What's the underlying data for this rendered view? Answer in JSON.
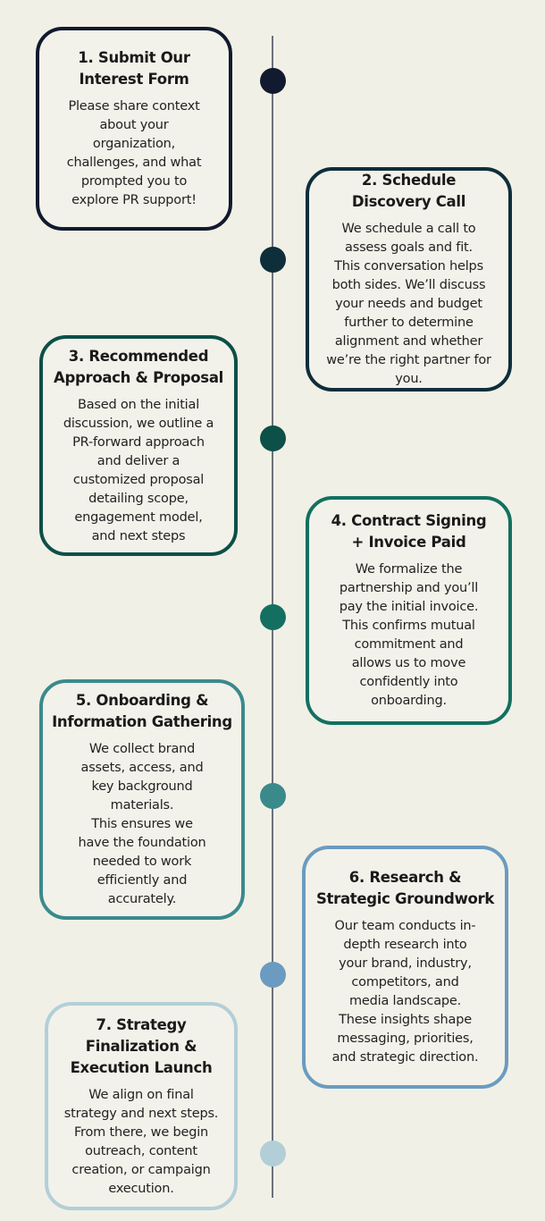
{
  "colors": {
    "background": "#f1f0e6",
    "line": "#6c717a",
    "steps": [
      "#111a2e",
      "#0e2e3a",
      "#0c5048",
      "#137060",
      "#3a8a8c",
      "#6b9bc0",
      "#b2cfd8"
    ]
  },
  "steps": [
    {
      "title": "1. Submit Our\nInterest Form",
      "body": "Please share context\nabout your\norganization,\nchallenges, and what\nprompted you to\nexplore PR support!"
    },
    {
      "title": "2. Schedule\nDiscovery Call",
      "body": "We schedule a call to\nassess goals and fit.\nThis conversation helps\nboth sides. We’ll discuss\nyour needs and budget\nfurther to determine\nalignment and whether\nwe’re the right partner for\nyou."
    },
    {
      "title": "3. Recommended\nApproach & Proposal",
      "body": "Based on the initial\ndiscussion, we outline a\nPR-forward approach\nand deliver a\ncustomized proposal\ndetailing scope,\nengagement model,\nand next steps"
    },
    {
      "title": "4. Contract Signing\n+ Invoice Paid",
      "body": "We formalize the\npartnership and you’ll\npay the initial invoice.\nThis confirms mutual\ncommitment and\nallows us to move\nconfidently into\nonboarding."
    },
    {
      "title": "5. Onboarding &\nInformation Gathering",
      "body": "We collect brand\nassets, access, and\nkey background\nmaterials.\nThis ensures we\nhave the foundation\nneeded to work\nefficiently and\naccurately."
    },
    {
      "title": "6. Research &\nStrategic Groundwork",
      "body": "Our team conducts in-\ndepth research into\nyour brand, industry,\ncompetitors, and\nmedia landscape.\nThese insights shape\nmessaging, priorities,\nand strategic direction."
    },
    {
      "title": "7. Strategy\nFinalization &\nExecution Launch",
      "body": "We align on final\nstrategy and next steps.\nFrom there, we begin\noutreach, content\ncreation, or campaign\nexecution."
    }
  ]
}
